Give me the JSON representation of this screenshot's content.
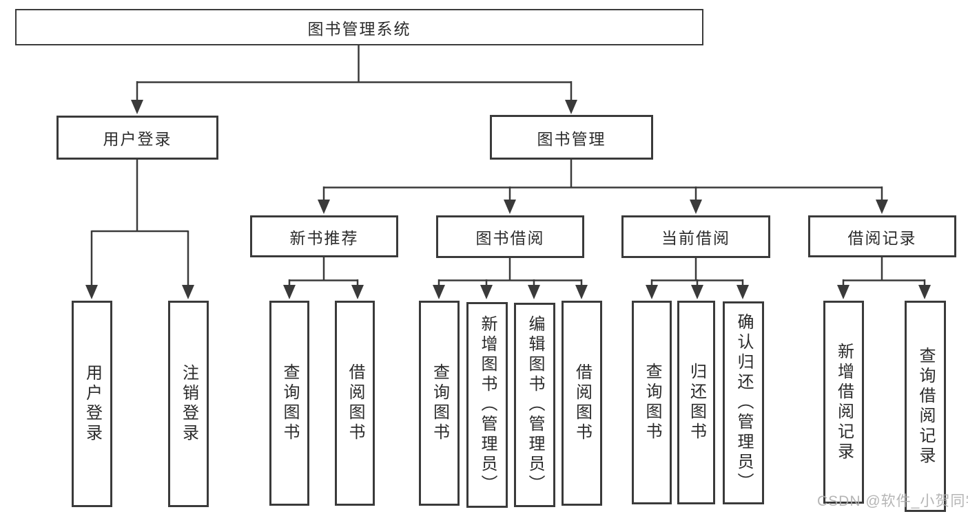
{
  "tree": {
    "label": "图书管理系统",
    "children": [
      {
        "label": "用户登录",
        "children": [
          {
            "label": "用户登录"
          },
          {
            "label": "注销登录"
          }
        ]
      },
      {
        "label": "图书管理",
        "children": [
          {
            "label": "新书推荐",
            "children": [
              {
                "label": "查询图书"
              },
              {
                "label": "借阅图书"
              }
            ]
          },
          {
            "label": "图书借阅",
            "children": [
              {
                "label": "查询图书"
              },
              {
                "label": "新增图书（管理员）"
              },
              {
                "label": "编辑图书（管理员）"
              },
              {
                "label": "借阅图书"
              }
            ]
          },
          {
            "label": "当前借阅",
            "children": [
              {
                "label": "查询图书"
              },
              {
                "label": "归还图书"
              },
              {
                "label": "确认归还（管理员）"
              }
            ]
          },
          {
            "label": "借阅记录",
            "children": [
              {
                "label": "新增借阅记录"
              },
              {
                "label": "查询借阅记录"
              }
            ]
          }
        ]
      }
    ]
  },
  "watermark": "CSDN @软件_小贺同学",
  "colors": {
    "line": "#3a3a3a",
    "text": "#2b2b2b",
    "watermark": "#aeaeae",
    "background": "#ffffff"
  }
}
